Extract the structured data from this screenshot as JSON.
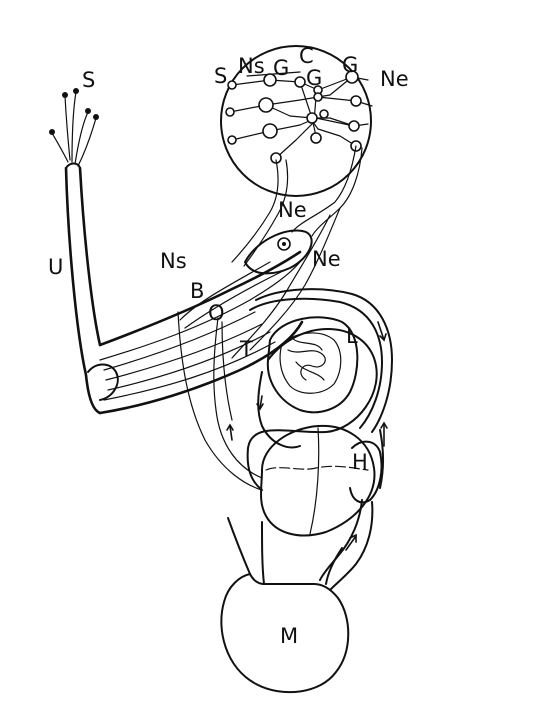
{
  "labels": {
    "s_fingers": "S",
    "s_brain": "S",
    "ns_brain": "Ns",
    "g_left": "G",
    "c": "C",
    "g_center": "G",
    "g_right": "G",
    "ne_brain": "Ne",
    "ne_mid": "Ne",
    "ne_lower": "Ne",
    "u": "U",
    "ns_arm": "Ns",
    "b": "B",
    "o": "O",
    "t": "T",
    "l": "L",
    "h": "H",
    "m": "M"
  },
  "colors": {
    "ink": "#111111",
    "paper": "#ffffff"
  }
}
